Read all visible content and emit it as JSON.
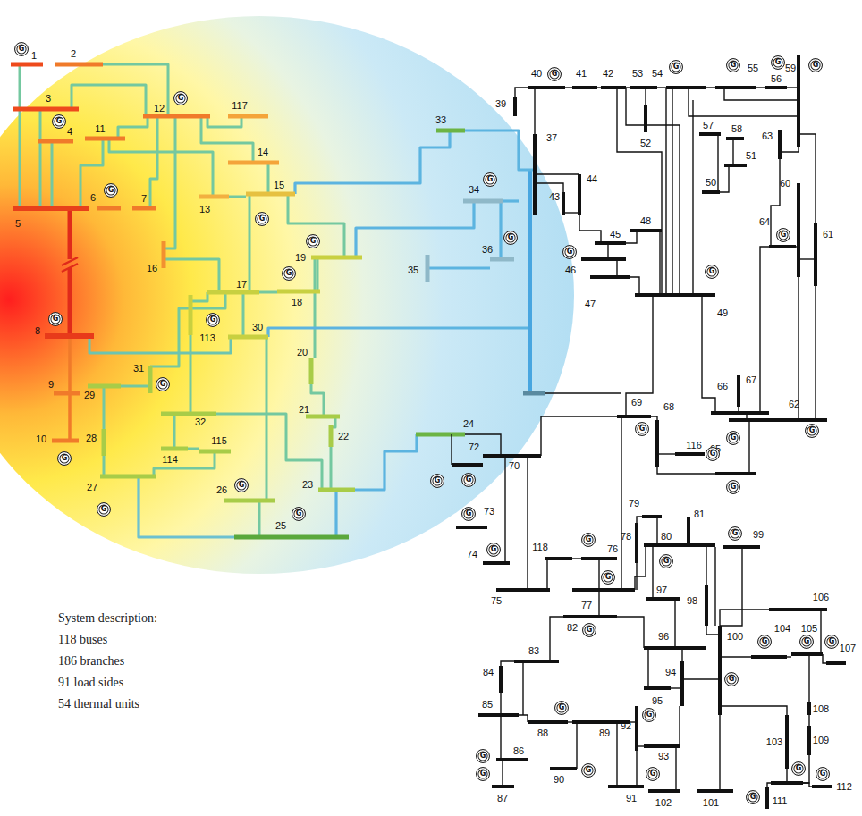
{
  "diagram": {
    "nodes": [
      {
        "text": [
          "G"
        ]
      },
      {
        "text": [
          "G"
        ]
      },
      {
        "text": [
          "G"
        ]
      },
      {
        "text": [
          "G"
        ]
      },
      {
        "text": [
          "G"
        ]
      },
      {
        "text": [
          "G"
        ]
      },
      {
        "text": [
          "G"
        ]
      },
      {
        "text": [
          "G"
        ]
      },
      {
        "text": [
          "G"
        ]
      },
      {
        "text": [
          "G"
        ]
      },
      {
        "text": [
          "G"
        ]
      },
      {
        "text": [
          "G"
        ]
      },
      {
        "text": [
          "G"
        ]
      },
      {
        "text": [
          "G"
        ]
      },
      {
        "text": [
          "G"
        ]
      },
      {
        "text": [
          "G"
        ]
      },
      {
        "text": [
          "G"
        ]
      },
      {
        "text": [
          "G"
        ]
      },
      {
        "text": [
          "G"
        ]
      },
      {
        "text": [
          "G"
        ]
      },
      {
        "text": [
          "G"
        ]
      },
      {
        "text": [
          "G"
        ]
      },
      {
        "text": [
          "G"
        ]
      },
      {
        "text": [
          "G"
        ]
      },
      {
        "text": [
          "G"
        ]
      },
      {
        "text": [
          "G"
        ]
      },
      {
        "text": [
          "G"
        ]
      },
      {
        "text": [
          "G"
        ]
      },
      {
        "text": [
          "G"
        ]
      },
      {
        "text": [
          "G"
        ]
      },
      {
        "text": [
          "G"
        ]
      },
      {
        "text": [
          "G"
        ]
      },
      {
        "text": [
          "G"
        ]
      },
      {
        "text": [
          "G"
        ]
      },
      {
        "text": [
          "G"
        ]
      },
      {
        "text": [
          "G"
        ]
      },
      {
        "text": [
          "G"
        ]
      },
      {
        "text": [
          "G"
        ]
      },
      {
        "text": [
          "G"
        ]
      },
      {
        "text": [
          "G"
        ]
      },
      {
        "text": [
          "G"
        ]
      },
      {
        "text": [
          "G"
        ]
      },
      {
        "text": [
          "G"
        ]
      },
      {
        "text": [
          "G"
        ]
      },
      {
        "text": [
          "G"
        ]
      },
      {
        "text": [
          "G"
        ]
      },
      {
        "text": [
          "G"
        ]
      },
      {
        "text": [
          "G"
        ]
      },
      {
        "text": [
          "G"
        ]
      },
      {
        "text": [
          "G"
        ]
      },
      {
        "text": [
          "G"
        ]
      }
    ],
    "labels": [
      "1",
      "2",
      "3",
      "4",
      "5",
      "6",
      "7",
      "8",
      "9",
      "10",
      "11",
      "12",
      "13",
      "14",
      "15",
      "16",
      "17",
      "18",
      "19",
      "20",
      "21",
      "22",
      "23",
      "24",
      "25",
      "26",
      "27",
      "28",
      "29",
      "30",
      "31",
      "32",
      "33",
      "34",
      "35",
      "36",
      "37",
      "39",
      "40",
      "41",
      "42",
      "43",
      "44",
      "45",
      "46",
      "47",
      "48",
      "49",
      "50",
      "51",
      "52",
      "53",
      "54",
      "55",
      "56",
      "57",
      "58",
      "59",
      "60",
      "61",
      "62",
      "63",
      "64",
      "65",
      "66",
      "67",
      "68",
      "69",
      "70",
      "72",
      "73",
      "74",
      "75",
      "76",
      "77",
      "78",
      "79",
      "80",
      "81",
      "82",
      "83",
      "84",
      "85",
      "86",
      "87",
      "88",
      "89",
      "90",
      "91",
      "92",
      "93",
      "94",
      "95",
      "96",
      "97",
      "98",
      "99",
      "100",
      "101",
      "102",
      "103",
      "104",
      "105",
      "106",
      "107",
      "108",
      "109",
      "111",
      "112",
      "113",
      "114",
      "115",
      "116",
      "117",
      "118",
      "System description:",
      "118 buses",
      "186 branches",
      "91 load sides",
      "54 thermal units"
    ]
  }
}
